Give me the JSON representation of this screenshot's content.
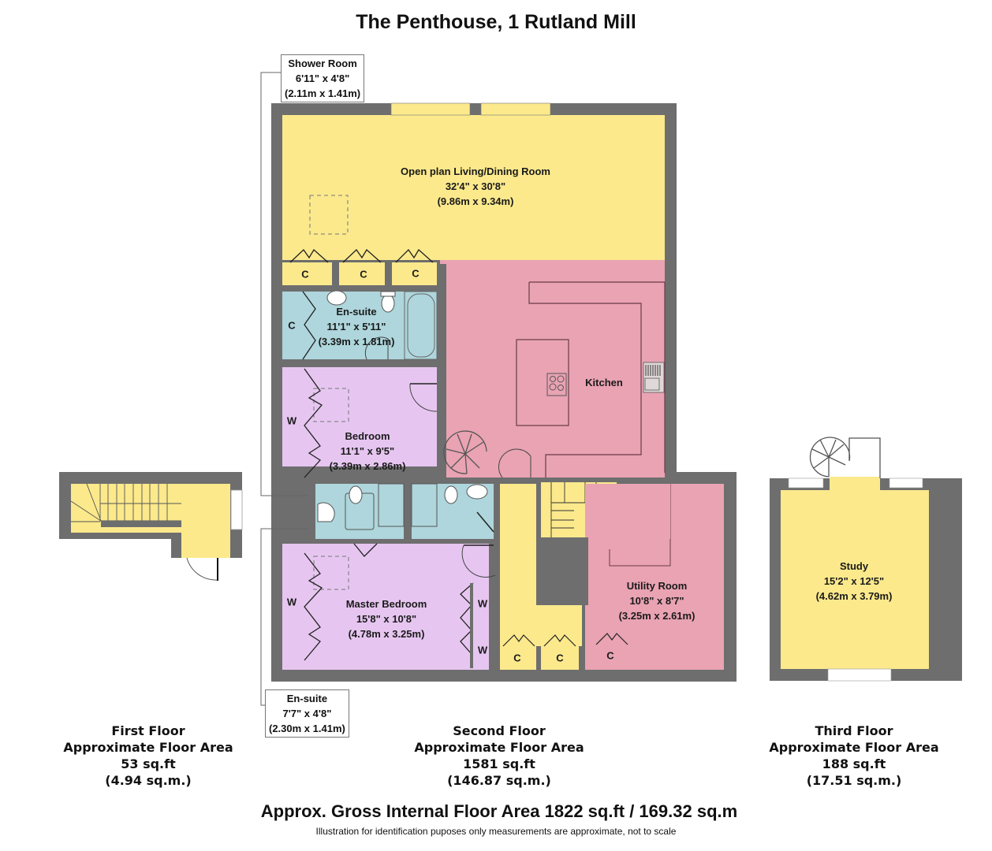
{
  "title": "The Penthouse, 1 Rutland Mill",
  "colors": {
    "wall": "#6e6e6e",
    "living_yellow": "#fbe98c",
    "kitchen_pink": "#e9a3b3",
    "bathroom_blue": "#aed6dc",
    "bedroom_lilac": "#e6c6f0"
  },
  "rooms": {
    "living": {
      "name": "Open plan Living/Dining Room",
      "imperial": "32'4\" x 30'8\"",
      "metric": "(9.86m x 9.34m)"
    },
    "kitchen": {
      "name": "Kitchen"
    },
    "ensuite1": {
      "name": "En-suite",
      "imperial": "11'1\" x 5'11\"",
      "metric": "(3.39m x 1.81m)"
    },
    "bedroom": {
      "name": "Bedroom",
      "imperial": "11'1\" x 9'5\"",
      "metric": "(3.39m x 2.86m)"
    },
    "master": {
      "name": "Master Bedroom",
      "imperial": "15'8\" x 10'8\"",
      "metric": "(4.78m x 3.25m)"
    },
    "utility": {
      "name": "Utility Room",
      "imperial": "10'8\" x 8'7\"",
      "metric": "(3.25m x 2.61m)"
    },
    "study": {
      "name": "Study",
      "imperial": "15'2\" x 12'5\"",
      "metric": "(4.62m x 3.79m)"
    }
  },
  "callouts": {
    "shower": {
      "name": "Shower Room",
      "imperial": "6'11\" x 4'8\"",
      "metric": "(2.11m x 1.41m)"
    },
    "ensuite2": {
      "name": "En-suite",
      "imperial": "7'7\" x 4'8\"",
      "metric": "(2.30m x 1.41m)"
    }
  },
  "cupboard_labels": {
    "cupboard": "C",
    "wardrobe": "W"
  },
  "floors": [
    {
      "name": "First Floor",
      "label": "Approximate Floor Area",
      "sqft": "53 sq.ft",
      "sqm": "(4.94 sq.m.)"
    },
    {
      "name": "Second Floor",
      "label": "Approximate Floor Area",
      "sqft": "1581 sq.ft",
      "sqm": "(146.87 sq.m.)"
    },
    {
      "name": "Third Floor",
      "label": "Approximate Floor Area",
      "sqft": "188 sq.ft",
      "sqm": "(17.51 sq.m.)"
    }
  ],
  "gross_area": "Approx. Gross Internal Floor Area 1822 sq.ft / 169.32 sq.m",
  "disclaimer": "Illustration for identification puposes only measurements are approximate, not to scale"
}
